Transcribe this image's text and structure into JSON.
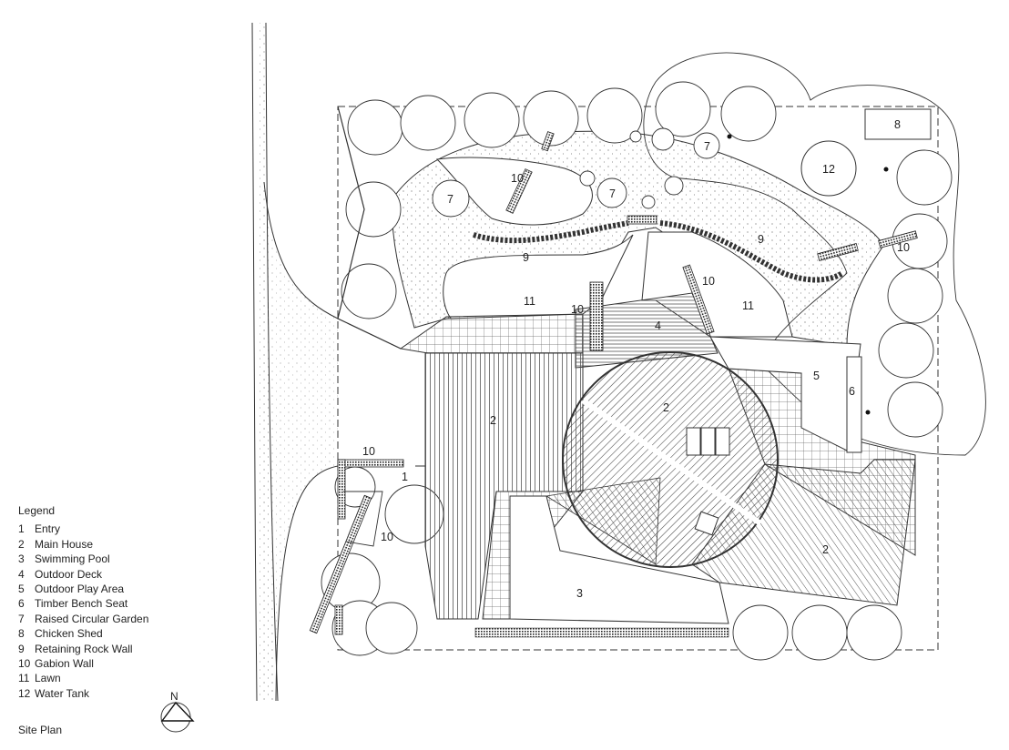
{
  "legend": {
    "heading": "Legend",
    "items": [
      {
        "num": "1",
        "label": "Entry"
      },
      {
        "num": "2",
        "label": "Main House"
      },
      {
        "num": "3",
        "label": "Swimming Pool"
      },
      {
        "num": "4",
        "label": "Outdoor Deck"
      },
      {
        "num": "5",
        "label": "Outdoor Play Area"
      },
      {
        "num": "6",
        "label": "Timber Bench Seat"
      },
      {
        "num": "7",
        "label": "Raised Circular Garden"
      },
      {
        "num": "8",
        "label": "Chicken Shed"
      },
      {
        "num": "9",
        "label": "Retaining Rock Wall"
      },
      {
        "num": "10",
        "label": "Gabion Wall"
      },
      {
        "num": "11",
        "label": "Lawn"
      },
      {
        "num": "12",
        "label": "Water Tank"
      }
    ]
  },
  "caption": "Site Plan",
  "north_label": "N",
  "plan_labels": {
    "entry": "1",
    "house_a": "2",
    "house_b": "2",
    "house_c": "2",
    "pool": "3",
    "deck": "4",
    "play_area": "5",
    "bench": "6",
    "garden_a": "7",
    "garden_b": "7",
    "garden_c": "7",
    "shed": "8",
    "rock_wall_a": "9",
    "rock_wall_b": "9",
    "gabion_a": "10",
    "gabion_b": "10",
    "gabion_c": "10",
    "gabion_d": "10",
    "gabion_e": "10",
    "gabion_f": "10",
    "lawn_a": "11",
    "lawn_b": "11",
    "tank": "12"
  },
  "colors": {
    "line": "#333333",
    "fill": "#ffffff"
  }
}
